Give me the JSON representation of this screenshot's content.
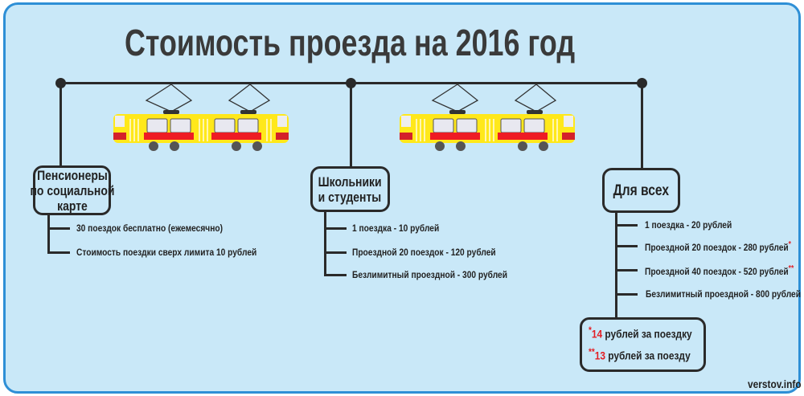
{
  "title": "Стоимость проезда на 2016 год",
  "groups": [
    {
      "label_lines": [
        "Пенсионеры",
        "по социальной",
        "карте"
      ],
      "items": [
        "30 поездок бесплатно (ежемесячно)",
        "Стоимость поездки сверх лимита 10 рублей"
      ]
    },
    {
      "label_lines": [
        "Школьники",
        "и студенты"
      ],
      "items": [
        "1 поездка - 10 рублей",
        "Проездной 20 поездок - 120 рублей",
        "Безлимитный проездной - 300 рублей"
      ]
    },
    {
      "label_lines": [
        "Для всех"
      ],
      "items": [
        "1 поездка - 20 рублей",
        "Проездной 20 поездок - 280 рублей",
        "Проездной 40 поездок - 520 рублей",
        "Безлимитный проездной - 800 рублей"
      ],
      "item_marks": [
        "",
        "*",
        "**",
        ""
      ]
    }
  ],
  "footnotes": [
    {
      "mark": "*",
      "value": "14",
      "text": " рублей за поездку"
    },
    {
      "mark": "**",
      "value": "13",
      "text": " рублей за поезду"
    }
  ],
  "source": "verstov.info",
  "colors": {
    "background": "#c9e8f8",
    "border": "#2e8fd6",
    "accent": "#e31e24",
    "tram": "#ffe81a"
  }
}
